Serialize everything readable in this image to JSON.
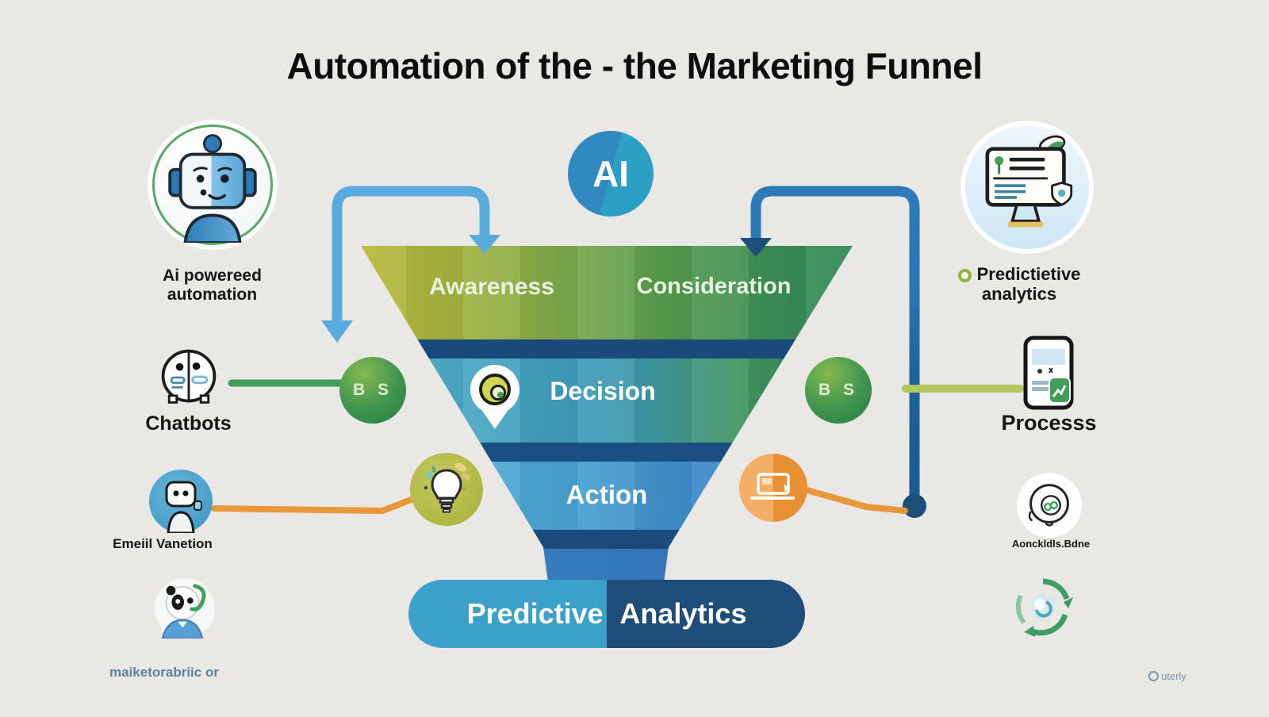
{
  "title": "Automation of the - the Marketing Funnel",
  "ai_badge": "AI",
  "funnel": {
    "stages": [
      {
        "label": "Awareness"
      },
      {
        "label": "Consideration"
      },
      {
        "label": "Decision"
      },
      {
        "label": "Action"
      }
    ],
    "base_label": "Predictive Analytics"
  },
  "left_column": {
    "automation_label_line1": "Ai powereed",
    "automation_label_line2": "automation",
    "chatbots_label": "Chatbots",
    "email_label": "Emeiil Vanetion"
  },
  "right_column": {
    "predictive_label_line1": "Predictietive",
    "predictive_label_line2": "analytics",
    "process_label": "Processs",
    "note_label": "Aonckldls.Bdne"
  },
  "badges": {
    "left_bubble_label": "B S",
    "right_bubble_label": "B S"
  },
  "footer": {
    "left_text": "maiketorabriic or",
    "brand_text": "uterly"
  },
  "colors": {
    "background": "#eae8e4",
    "light_blue_arrow": "#5aabdd",
    "dark_blue": "#1d4e78",
    "funnel_yellow": "#b9ba3a",
    "funnel_green": "#2e8a57",
    "funnel_blue": "#3a80c2",
    "accent_orange": "#e8973a",
    "accent_green": "#3f9e5a"
  }
}
